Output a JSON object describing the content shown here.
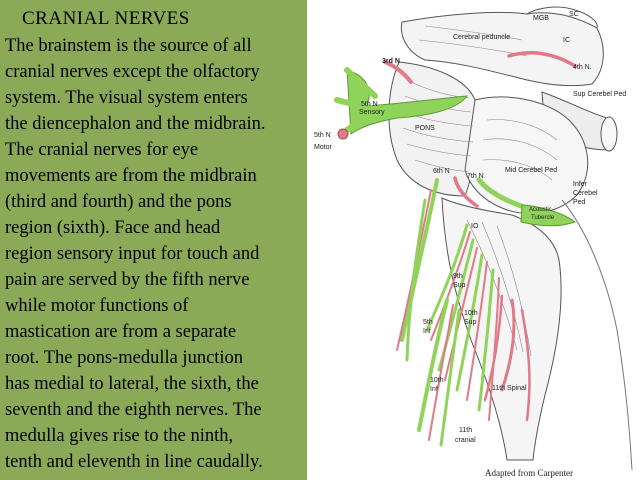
{
  "panel": {
    "title": "CRANIAL NERVES",
    "lines": [
      "The brainstem is the source of all",
      "cranial nerves except the olfactory",
      "system.  The visual system enters",
      "the diencephalon and the midbrain.",
      " The cranial nerves for eye",
      "movements are from the midbrain",
      "(third and fourth) and the pons",
      "region (sixth).  Face and head",
      "region sensory input for touch and",
      "pain are served by the fifth nerve",
      "while motor functions of",
      "mastication are from a separate",
      "root.  The pons-medulla junction",
      "has medial to lateral, the sixth, the",
      "seventh and the eighth nerves.  The",
      "medulla gives rise to the ninth,",
      "tenth and eleventh in line caudally."
    ]
  },
  "diagram": {
    "labels": {
      "sc": "SC",
      "mgb": "MGB",
      "ic": "IC",
      "cerebral_peduncle": "Cerebral peduncle",
      "third_n": "3rd N",
      "fourth_n": "4th N.",
      "sup_cerebel_ped": "Sup Cerebel Ped",
      "fifth_n_sensory_1": "5th N",
      "fifth_n_sensory_2": "Sensory",
      "fifth_n_motor_1": "5th N",
      "fifth_n_motor_2": "Motor",
      "pons": "PONS",
      "mid_cerebel_ped": "Mid Cerebel Ped",
      "sixth_n": "6th N",
      "seventh_n": "7th N",
      "inf_cerebel_1": "Infer",
      "inf_cerebel_2": "Cerebel",
      "inf_cerebel_3": "Ped",
      "acoustic_1": "Acoustic",
      "acoustic_2": "Tubercle",
      "io": "IO",
      "ninth_1": "9th",
      "ninth_2": "Sup",
      "tenth_sup_1": "10th",
      "tenth_sup_2": "Sup",
      "fifth_inf_1": "5th",
      "fifth_inf_2": "Inf",
      "tenth_inf_1": "10th",
      "tenth_inf_2": "Inf",
      "eleventh_spinal": "11th Spinal",
      "eleventh_cranial_1": "11th",
      "eleventh_cranial_2": "cranial"
    },
    "credit": "Adapted from Carpenter"
  },
  "colors": {
    "panel_bg": "#8aaa58",
    "nerve_green": "#8fd35a",
    "nerve_pink": "#e07a86",
    "sketch": "#555555"
  }
}
